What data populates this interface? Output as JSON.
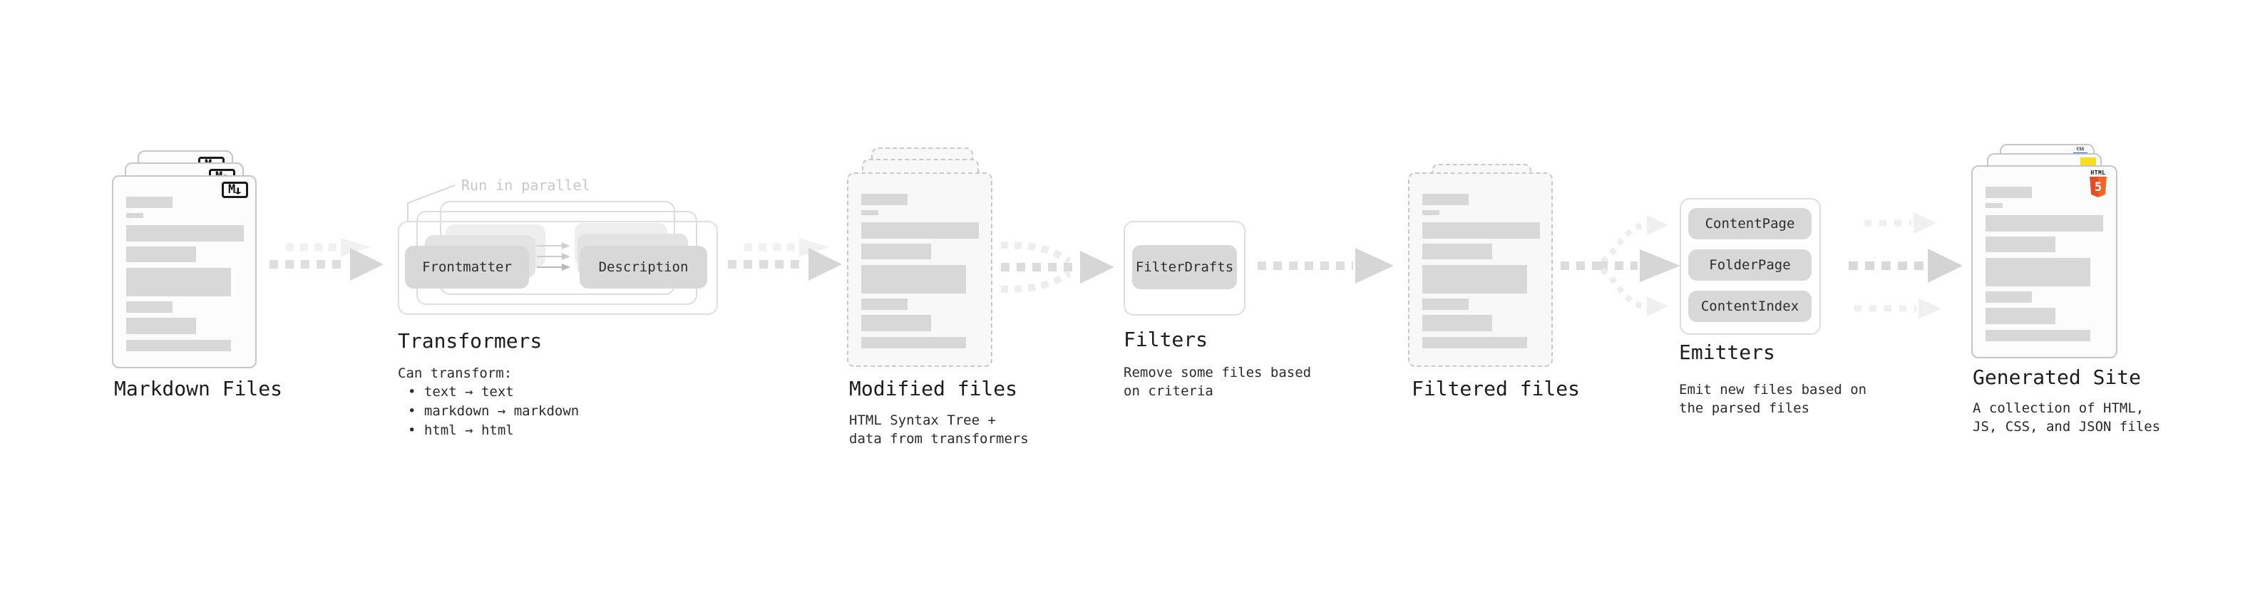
{
  "diagram": {
    "nodes": {
      "markdown_files": {
        "title": "Markdown Files",
        "file_icon_letter": "M",
        "file_icon_arrow": "↓"
      },
      "transformers": {
        "title": "Transformers",
        "annotation": "Run in parallel",
        "step_a": "Frontmatter",
        "step_b": "Description",
        "desc_heading": "Can transform:",
        "bullets": [
          "text → text",
          "markdown → markdown",
          "html → html"
        ]
      },
      "modified_files": {
        "title": "Modified files",
        "desc_line1": "HTML Syntax Tree +",
        "desc_line2": "data from transformers"
      },
      "filters": {
        "title": "Filters",
        "button": "FilterDrafts",
        "desc_line1": "Remove some files based",
        "desc_line2": "on criteria"
      },
      "filtered_files": {
        "title": "Filtered files"
      },
      "emitters": {
        "title": "Emitters",
        "buttons": [
          "ContentPage",
          "FolderPage",
          "ContentIndex"
        ],
        "desc_line1": "Emit new files based on",
        "desc_line2": "the parsed files"
      },
      "generated_site": {
        "title": "Generated Site",
        "desc_line1": "A collection of HTML,",
        "desc_line2": "JS, CSS, and JSON files",
        "html5_label": "HTML",
        "html5_number": "5",
        "css_label": "CSS"
      }
    },
    "colors": {
      "html5_orange": "#e44d26",
      "js_yellow": "#f7df1e",
      "css_blue": "#2861f1",
      "placeholder_bar": "#d8d8d8",
      "node_button": "#d8d8d8"
    }
  }
}
